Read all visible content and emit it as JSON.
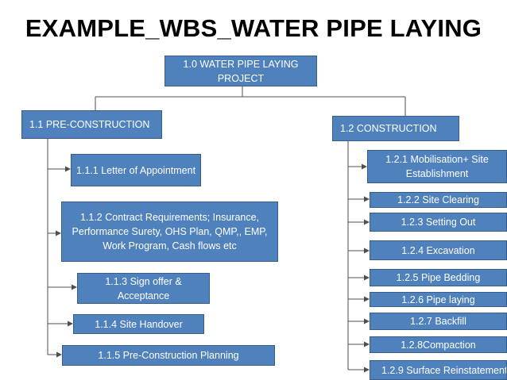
{
  "title": "EXAMPLE_WBS_WATER PIPE LAYING",
  "root": {
    "label": "1.0 WATER PIPE LAYING PROJECT"
  },
  "pre_construction": {
    "label": "1.1 PRE-CONSTRUCTION",
    "items": [
      "1.1.1 Letter of Appointment",
      "1.1.2 Contract Requirements; Insurance, Performance Surety, OHS Plan, QMP,, EMP, Work Program, Cash flows etc",
      "1.1.3 Sign offer & Acceptance",
      "1.1.4 Site Handover",
      "1.1.5 Pre-Construction Planning"
    ]
  },
  "construction": {
    "label": "1.2 CONSTRUCTION",
    "items": [
      "1.2.1 Mobilisation+ Site Establishment",
      "1.2.2 Site Clearing",
      "1.2.3 Setting Out",
      "1.2.4 Excavation",
      "1.2.5 Pipe Bedding",
      "1.2.6 Pipe laying",
      "1.2.7 Backfill",
      "1.2.8Compaction",
      "1.2.9  Surface Reinstatement"
    ]
  },
  "colors": {
    "box_fill": "#4f81bd",
    "box_border": "#385d8a",
    "connector": "#4f4f4f",
    "text": "#ffffff"
  }
}
